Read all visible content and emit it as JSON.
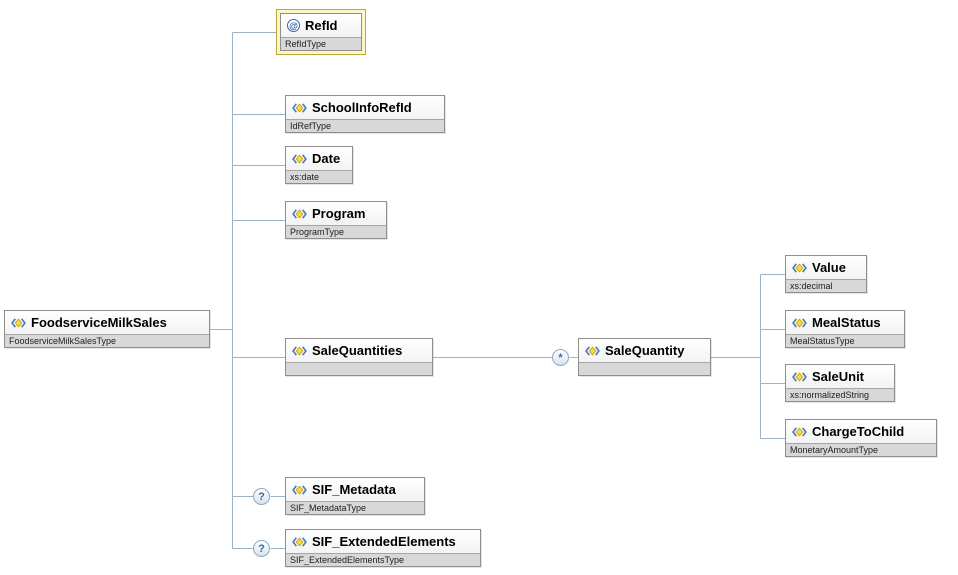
{
  "markers": {
    "optional": "?",
    "repeat": "*",
    "attribute": "@"
  },
  "colors": {
    "connector": "#9bb2c8",
    "selection_fill": "#fcf6c5",
    "type_strip": "#d8d8d8"
  },
  "nodes": {
    "root": {
      "name": "FoodserviceMilkSales",
      "type": "FoodserviceMilkSalesType"
    },
    "refId": {
      "name": "RefId",
      "type": "RefIdType"
    },
    "schoolInfoRefId": {
      "name": "SchoolInfoRefId",
      "type": "IdRefType"
    },
    "date": {
      "name": "Date",
      "type": "xs:date"
    },
    "program": {
      "name": "Program",
      "type": "ProgramType"
    },
    "saleQuantities": {
      "name": "SaleQuantities",
      "type": ""
    },
    "sifMetadata": {
      "name": "SIF_Metadata",
      "type": "SIF_MetadataType"
    },
    "sifExtendedElements": {
      "name": "SIF_ExtendedElements",
      "type": "SIF_ExtendedElementsType"
    },
    "saleQuantity": {
      "name": "SaleQuantity",
      "type": ""
    },
    "value": {
      "name": "Value",
      "type": "xs:decimal"
    },
    "mealStatus": {
      "name": "MealStatus",
      "type": "MealStatusType"
    },
    "saleUnit": {
      "name": "SaleUnit",
      "type": "xs:normalizedString"
    },
    "chargeToChild": {
      "name": "ChargeToChild",
      "type": "MonetaryAmountType"
    }
  }
}
